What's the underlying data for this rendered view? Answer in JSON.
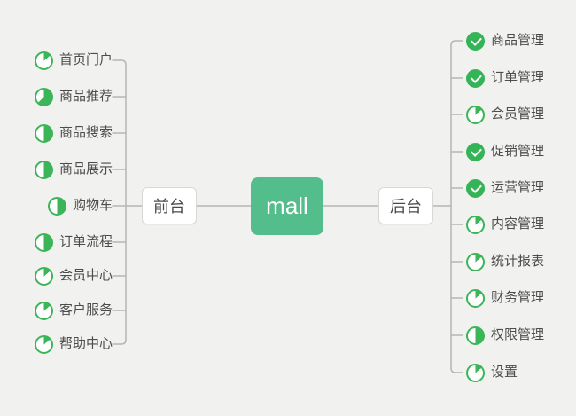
{
  "background": "#f1f1ef",
  "palette": {
    "root_green": "#53be8b",
    "icon_green": "#3bb558",
    "line_gray": "#b6b6b4",
    "node_border": "#d8d8d6",
    "text_dark": "#4c4c4c"
  },
  "root": {
    "label": "mall"
  },
  "branches": [
    {
      "label": "前台",
      "children": [
        {
          "label": "首页门户",
          "progress": "eighth"
        },
        {
          "label": "商品推荐",
          "progress": "five-eighths"
        },
        {
          "label": "商品搜索",
          "progress": "half"
        },
        {
          "label": "商品展示",
          "progress": "half"
        },
        {
          "label": "购物车",
          "progress": "half"
        },
        {
          "label": "订单流程",
          "progress": "half"
        },
        {
          "label": "会员中心",
          "progress": "eighth"
        },
        {
          "label": "客户服务",
          "progress": "eighth"
        },
        {
          "label": "帮助中心",
          "progress": "eighth"
        }
      ]
    },
    {
      "label": "后台",
      "children": [
        {
          "label": "商品管理",
          "progress": "done"
        },
        {
          "label": "订单管理",
          "progress": "done"
        },
        {
          "label": "会员管理",
          "progress": "eighth"
        },
        {
          "label": "促销管理",
          "progress": "done"
        },
        {
          "label": "运营管理",
          "progress": "done"
        },
        {
          "label": "内容管理",
          "progress": "eighth"
        },
        {
          "label": "统计报表",
          "progress": "eighth"
        },
        {
          "label": "财务管理",
          "progress": "eighth"
        },
        {
          "label": "权限管理",
          "progress": "half"
        },
        {
          "label": "设置",
          "progress": "eighth"
        }
      ]
    }
  ]
}
